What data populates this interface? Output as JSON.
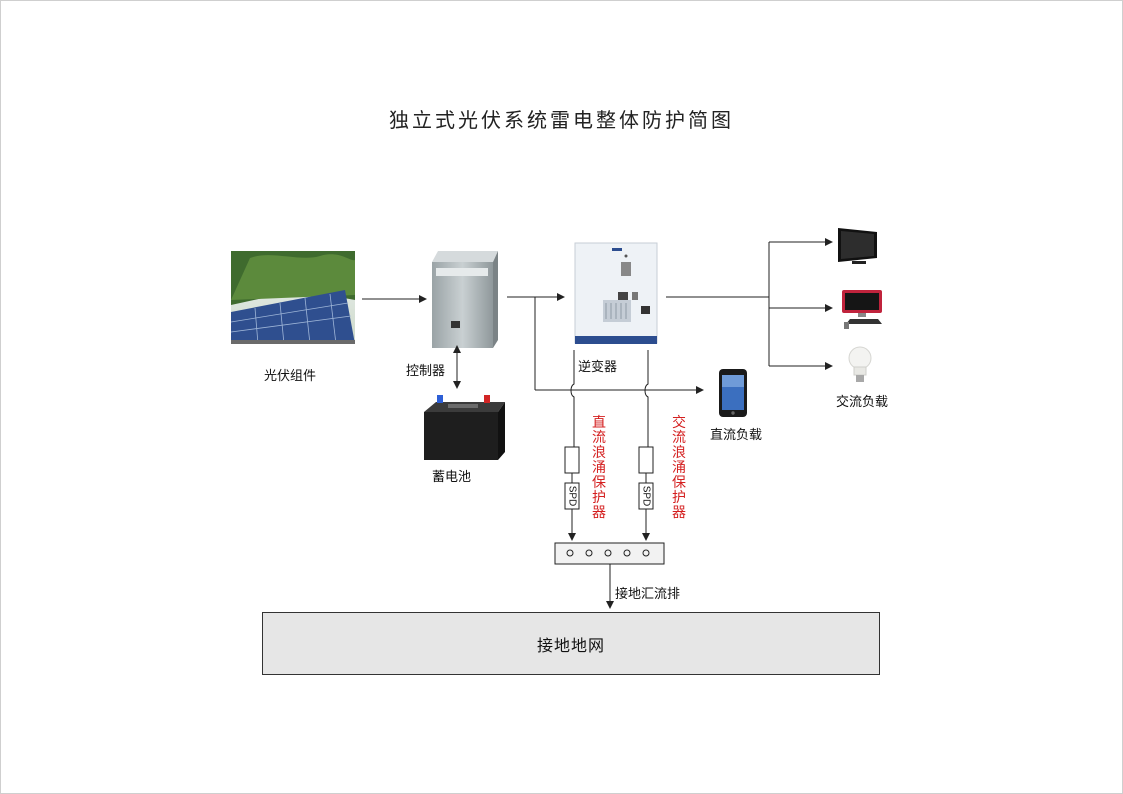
{
  "title": "独立式光伏系统雷电整体防护简图",
  "labels": {
    "pv": "光伏组件",
    "controller": "控制器",
    "battery": "蓄电池",
    "inverter": "逆变器",
    "dc_load": "直流负载",
    "ac_load": "交流负载",
    "busbar": "接地汇流排",
    "ground_grid": "接地地网",
    "dc_spd": "直流浪涌保护器",
    "ac_spd": "交流浪涌保护器",
    "spd_tag": "SPD"
  },
  "colors": {
    "accent_red": "#d42020",
    "line": "#222222",
    "ground_fill": "#e6e6e6"
  },
  "icons": [
    "solar-panel-icon",
    "controller-cabinet-icon",
    "battery-icon",
    "inverter-cabinet-icon",
    "smartphone-icon",
    "monitor-icon",
    "desktop-computer-icon",
    "light-bulb-icon"
  ]
}
